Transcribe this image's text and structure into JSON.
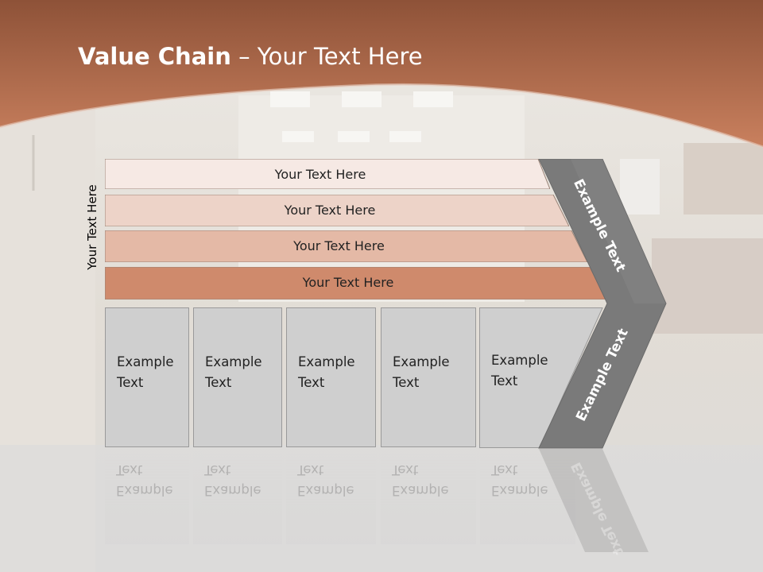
{
  "slide": {
    "title_bold": "Value Chain",
    "title_rest": " – Your Text Here",
    "vertical_label": "Your Text Here"
  },
  "bars": [
    {
      "label": "Your Text Here",
      "fill": "#f6e9e4"
    },
    {
      "label": "Your Text Here",
      "fill": "#edd3c8"
    },
    {
      "label": "Your Text Here",
      "fill": "#e4b9a6"
    },
    {
      "label": "Your Text Here",
      "fill": "#cf8a6c"
    }
  ],
  "columns": [
    {
      "line1": "Example",
      "line2": "Text"
    },
    {
      "line1": "Example",
      "line2": "Text"
    },
    {
      "line1": "Example",
      "line2": "Text"
    },
    {
      "line1": "Example",
      "line2": "Text"
    },
    {
      "line1": "Example",
      "line2": "Text"
    }
  ],
  "chevron": {
    "upper_text": "Example Text",
    "lower_text": "Example Text",
    "fill": "#7a7a7a"
  },
  "colors": {
    "header": "#b86e4e",
    "column_fill": "#cfcfcf"
  }
}
